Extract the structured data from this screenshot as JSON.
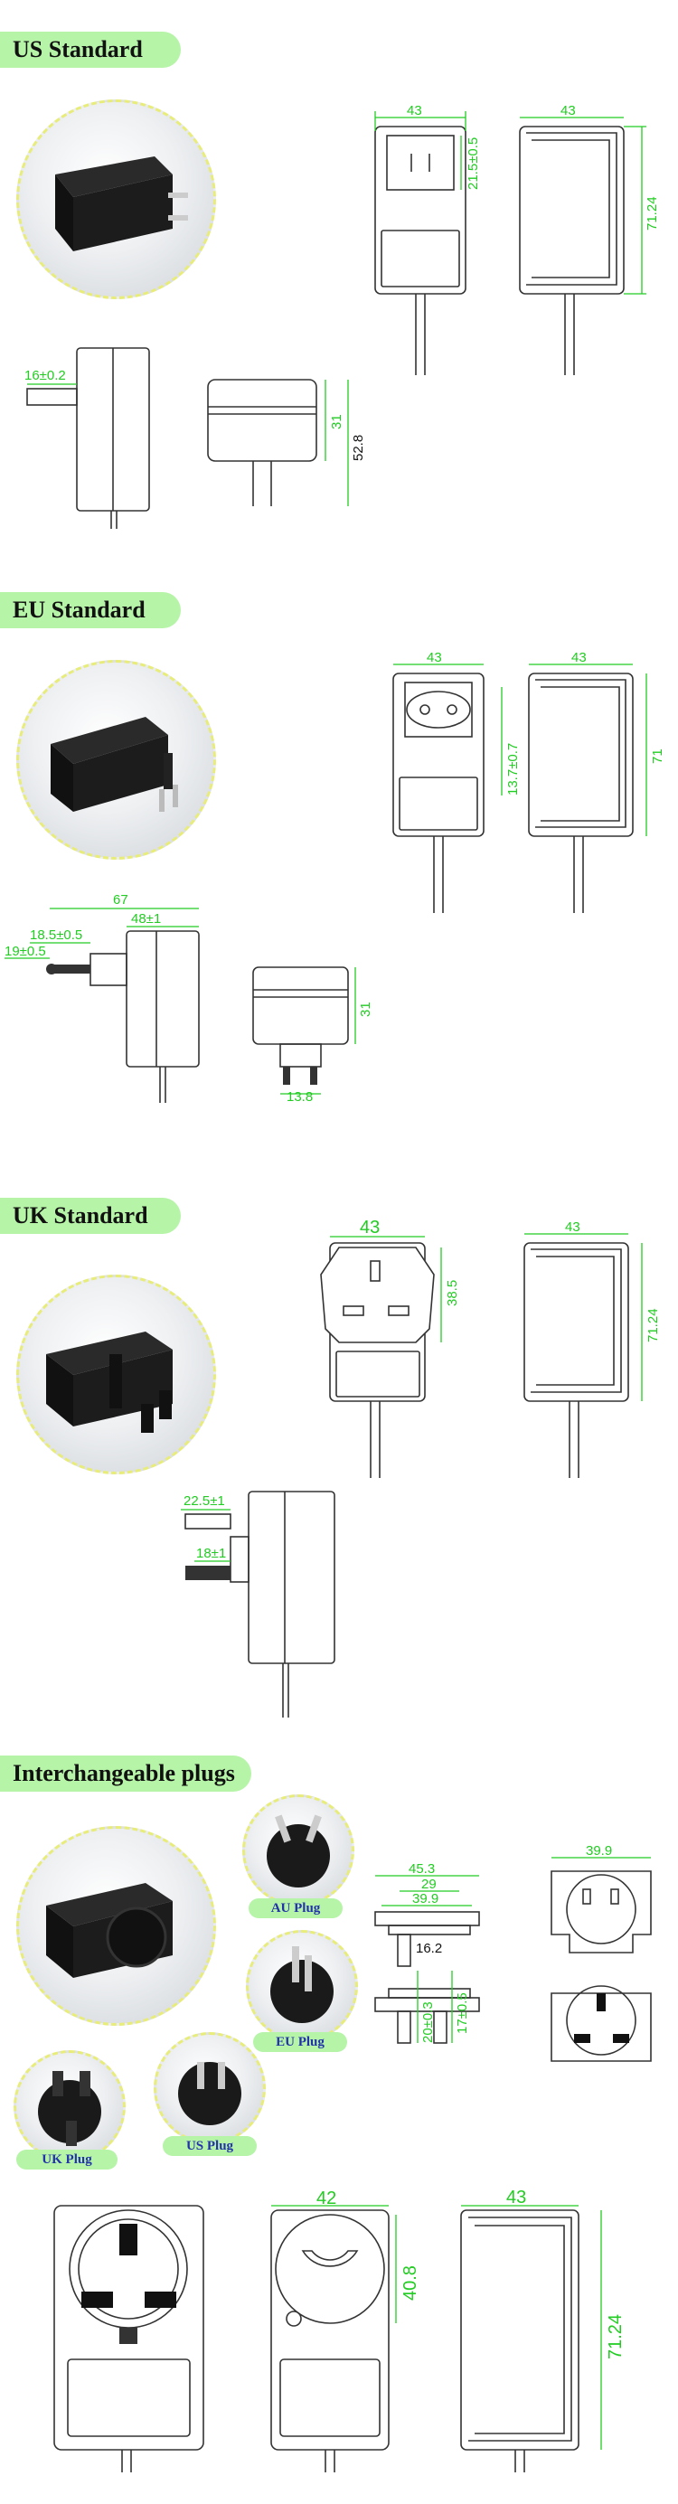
{
  "sections": [
    {
      "title": "US Standard",
      "dims": {
        "front_w": "43",
        "front_slot": "21.5±0.5",
        "back_w": "43",
        "back_h": "71.24",
        "side_pin": "16±0.2",
        "top_h": "31",
        "top_total": "52.8"
      }
    },
    {
      "title": "EU  Standard",
      "dims": {
        "front_w": "43",
        "front_pin": "13.7±0.7",
        "back_w": "43",
        "back_h": "71",
        "side_total": "67",
        "side_body": "48±1",
        "side_pin1": "18.5±0.5",
        "side_pin2": "19±0.5",
        "top_h": "31",
        "top_pin": "13.8"
      }
    },
    {
      "title": "UK  Standard",
      "dims": {
        "front_w": "43",
        "front_h": "38.5",
        "back_w": "43",
        "back_h": "71.24",
        "side_pin1": "22.5±1",
        "side_pin2": "18±1"
      }
    },
    {
      "title": "Interchangeable plugs",
      "plugs": [
        "AU Plug",
        "EU Plug",
        "UK  Plug",
        "US Plug"
      ],
      "dims": {
        "adapter_w1": "45.3",
        "adapter_w2": "29",
        "adapter_w3": "39.9",
        "adapter_d": "16.2",
        "adapter_h1": "20±0.3",
        "adapter_h2": "17±0.5",
        "round_w": "39.9",
        "front_w": "42",
        "front_h": "40.8",
        "back_w": "43",
        "back_h": "71.24"
      }
    }
  ],
  "colors": {
    "tag": "#b6f4a8",
    "dimension": "#22cc22",
    "outline": "#333333"
  }
}
